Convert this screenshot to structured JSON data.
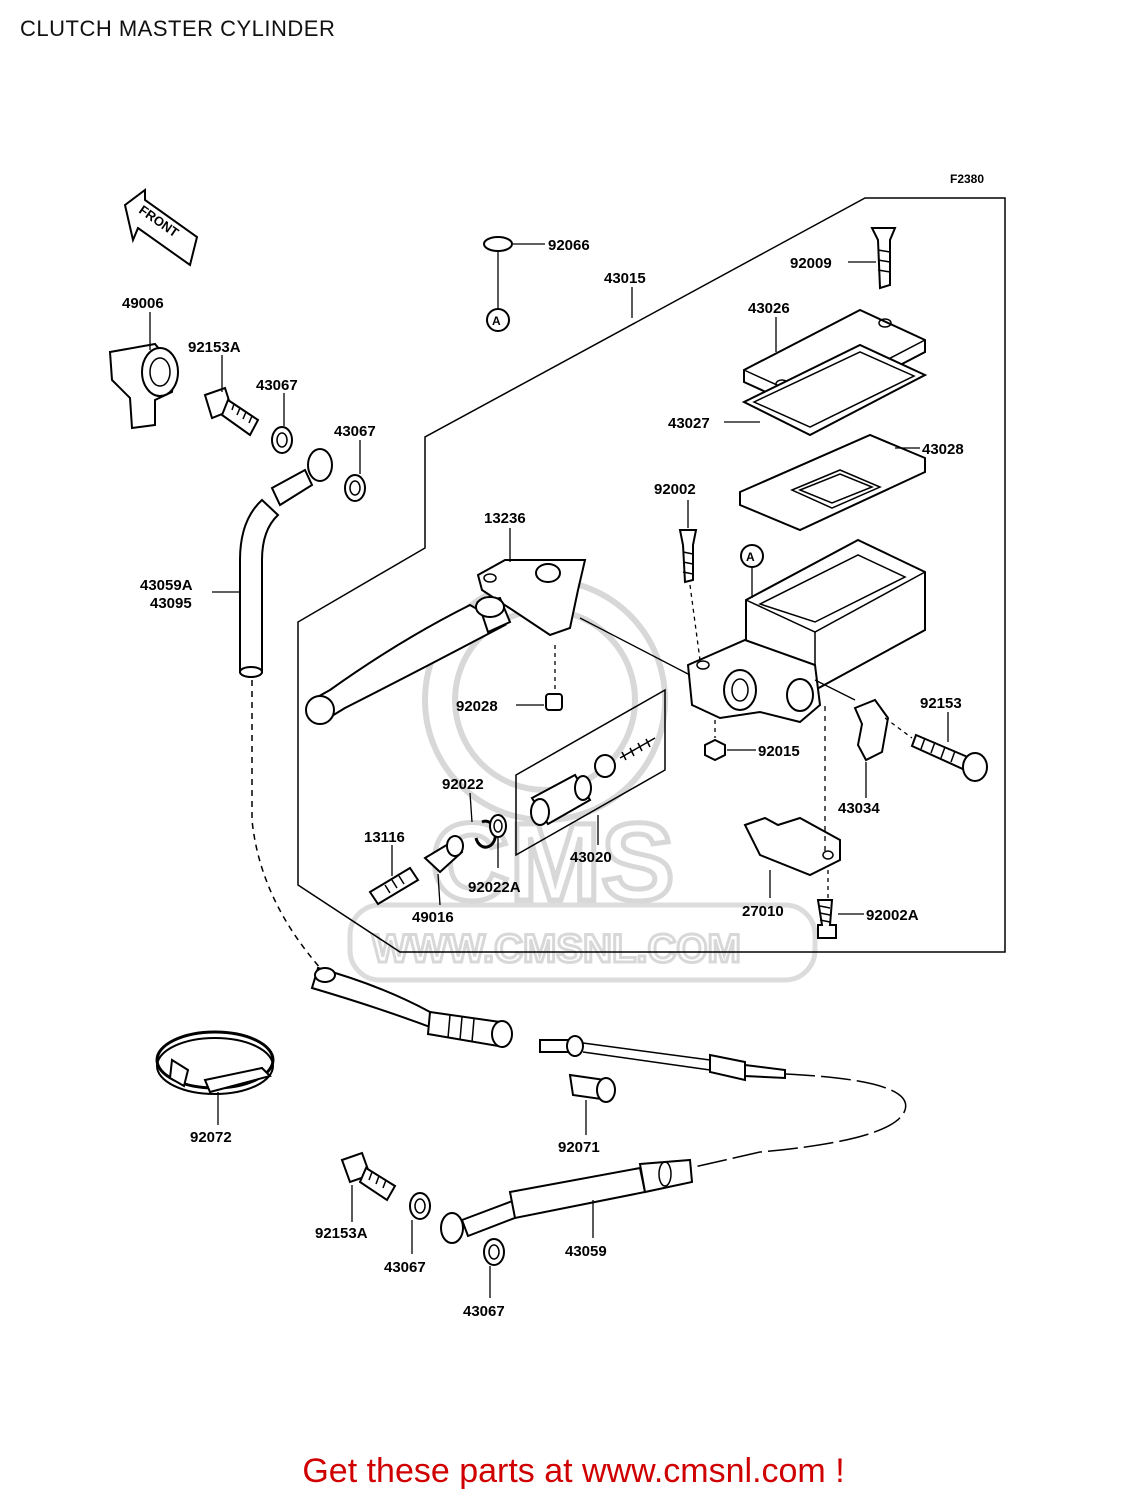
{
  "title": "CLUTCH MASTER CYLINDER",
  "figure_code": "F2380",
  "front_label": "FRONT",
  "ref_marker": "A",
  "watermark": {
    "brand": "CMS",
    "url": "WWW.CMSNL.COM"
  },
  "parts": {
    "p49006": "49006",
    "p92153A_top": "92153A",
    "p43067_a": "43067",
    "p43067_b": "43067",
    "p43059A": "43059A",
    "p43095": "43095",
    "p92066": "92066",
    "p43015": "43015",
    "p92009": "92009",
    "p43026": "43026",
    "p43027": "43027",
    "p43028": "43028",
    "p92002": "92002",
    "p13236": "13236",
    "p92028": "92028",
    "p92015": "92015",
    "p92153": "92153",
    "p43034": "43034",
    "p92022": "92022",
    "p13116": "13116",
    "p43020": "43020",
    "p92022A": "92022A",
    "p49016": "49016",
    "p27010": "27010",
    "p92002A": "92002A",
    "p92072": "92072",
    "p92071": "92071",
    "p92153A_bottom": "92153A",
    "p43067_c": "43067",
    "p43059": "43059",
    "p43067_d": "43067"
  },
  "footer": "Get these parts at www.cmsnl.com !"
}
